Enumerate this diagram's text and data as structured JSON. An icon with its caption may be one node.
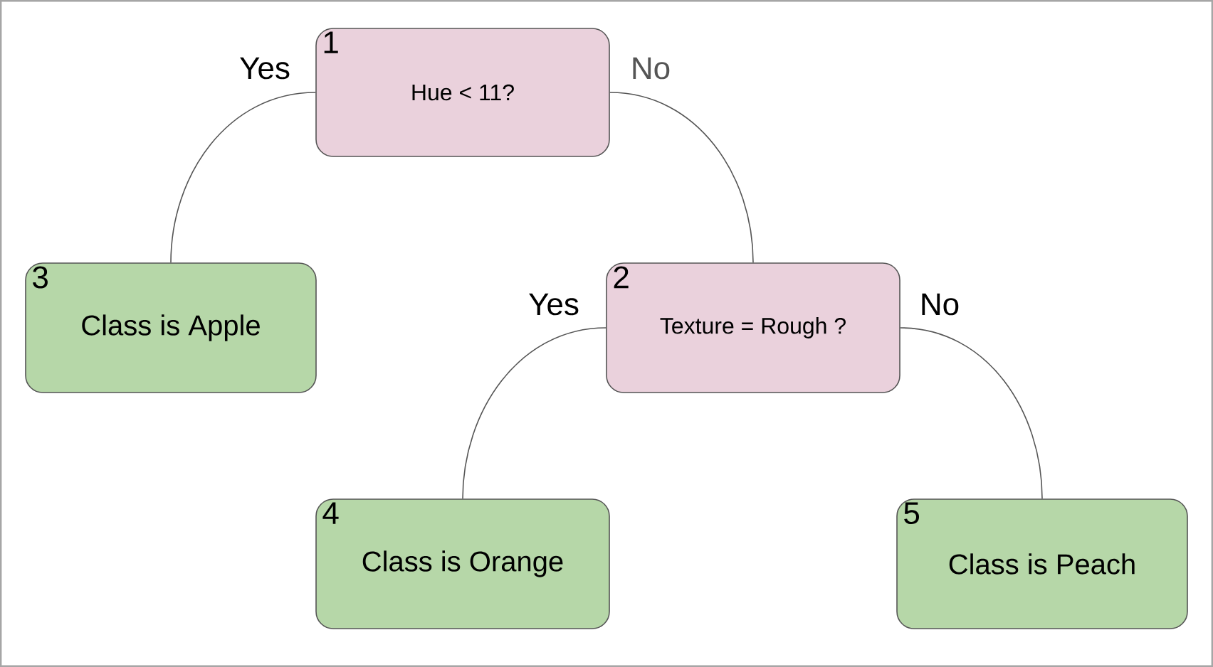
{
  "diagram": {
    "nodes": [
      {
        "text": [
          "1",
          "Hue < 11?"
        ]
      },
      {
        "text": [
          "3",
          "Class is Apple"
        ]
      },
      {
        "text": [
          "2",
          "Texture = Rough ?"
        ]
      },
      {
        "text": [
          "4",
          "Class is Orange"
        ]
      },
      {
        "text": [
          "5",
          "Class is Peach"
        ]
      }
    ],
    "edges": [
      {
        "from": 0,
        "to": 1,
        "arrow": "none",
        "label": "Yes"
      },
      {
        "from": 0,
        "to": 2,
        "arrow": "none",
        "label": "No"
      },
      {
        "from": 2,
        "to": 3,
        "arrow": "none",
        "label": "Yes"
      },
      {
        "from": 2,
        "to": 4,
        "arrow": "none",
        "label": "No"
      }
    ]
  }
}
